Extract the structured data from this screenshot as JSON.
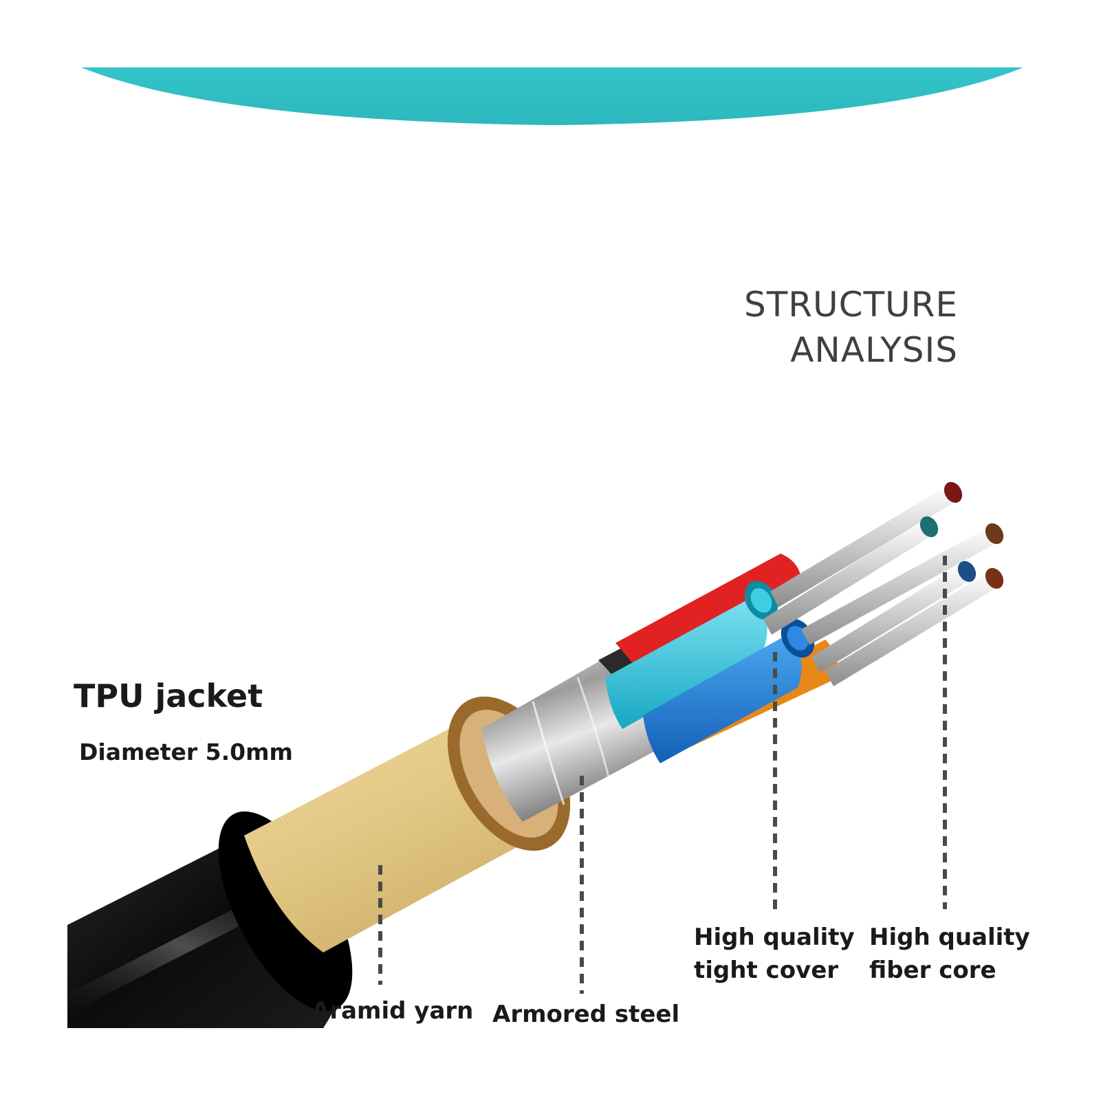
{
  "heading": {
    "line1": "STRUCTURE",
    "line2": "ANALYSIS"
  },
  "labels": {
    "tpu_jacket": "TPU jacket",
    "diameter": "Diameter 5.0mm",
    "aramid_yarn": "Aramid yarn",
    "armored_steel": "Armored steel",
    "tight_cover_line1": "High quality",
    "tight_cover_line2": "tight cover",
    "fiber_core_line1": "High quality",
    "fiber_core_line2": "fiber core"
  },
  "colors": {
    "banner": "#2fc1c6",
    "heading_text": "#3f3f3f",
    "label_text": "#1a1a1a",
    "jacket": "#111111",
    "aramid": "#e6cf92",
    "armor": "#b9b9b9",
    "fiber_cyan": "#35c6dd",
    "fiber_blue": "#1f7fd9",
    "fiber_red": "#e02020",
    "fiber_orange": "#e88818"
  }
}
